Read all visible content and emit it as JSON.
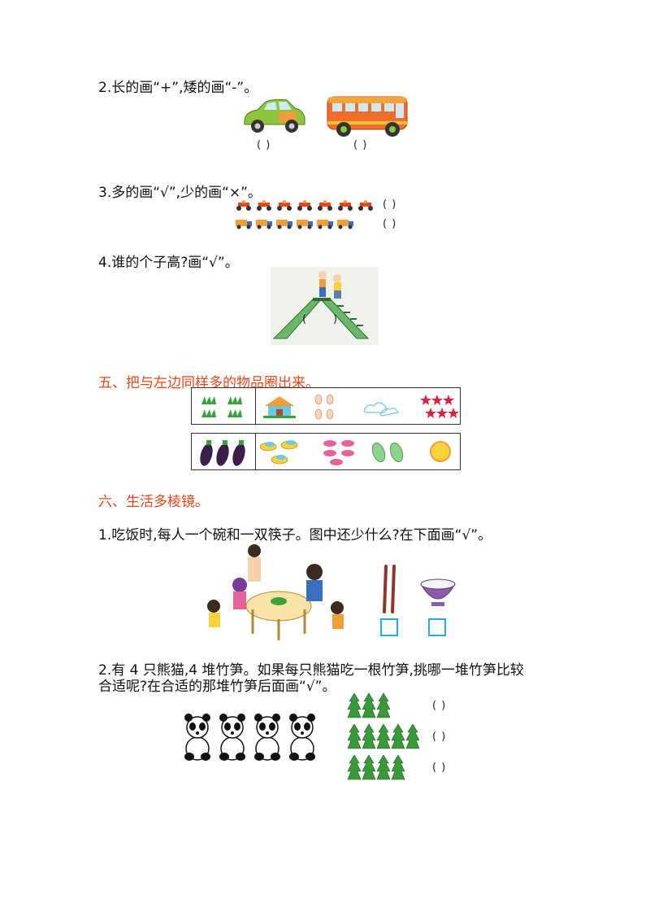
{
  "q2": {
    "text": "2.长的画“+”,矮的画“-”。",
    "car_paren": "(    )",
    "bus_paren": "(    )"
  },
  "q3": {
    "text": "3.多的画“√”,少的画“×”。",
    "row1_paren": "(    )",
    "row2_paren": "(    )",
    "row1_count": 7,
    "row2_count": 6
  },
  "q4": {
    "text": "4.谁的个子高?画“√”。",
    "left_paren": "(",
    "right_paren": ")"
  },
  "section5": {
    "title": "五、把与左边同样多的物品圈出来。"
  },
  "section6": {
    "title": "六、生活多棱镜。",
    "q1": "1.吃饭时,每人一个碗和一双筷子。图中还少什么?在下面画“√”。",
    "q2_line1": "2.有 4 只熊猫,4 堆竹笋。如果每只熊猫吃一根竹笋,挑哪一堆竹笋比较",
    "q2_line2": "合适呢?在合适的那堆竹笋后面画“√”。",
    "bamboo_paren": [
      "(    )",
      "(    )",
      "(    )"
    ],
    "bamboo_counts": [
      3,
      5,
      4
    ],
    "panda_count": 4
  },
  "colors": {
    "section_title": "#e8461a",
    "checkbox": "#27a9e1",
    "bamboo": "#3a9a3a"
  }
}
